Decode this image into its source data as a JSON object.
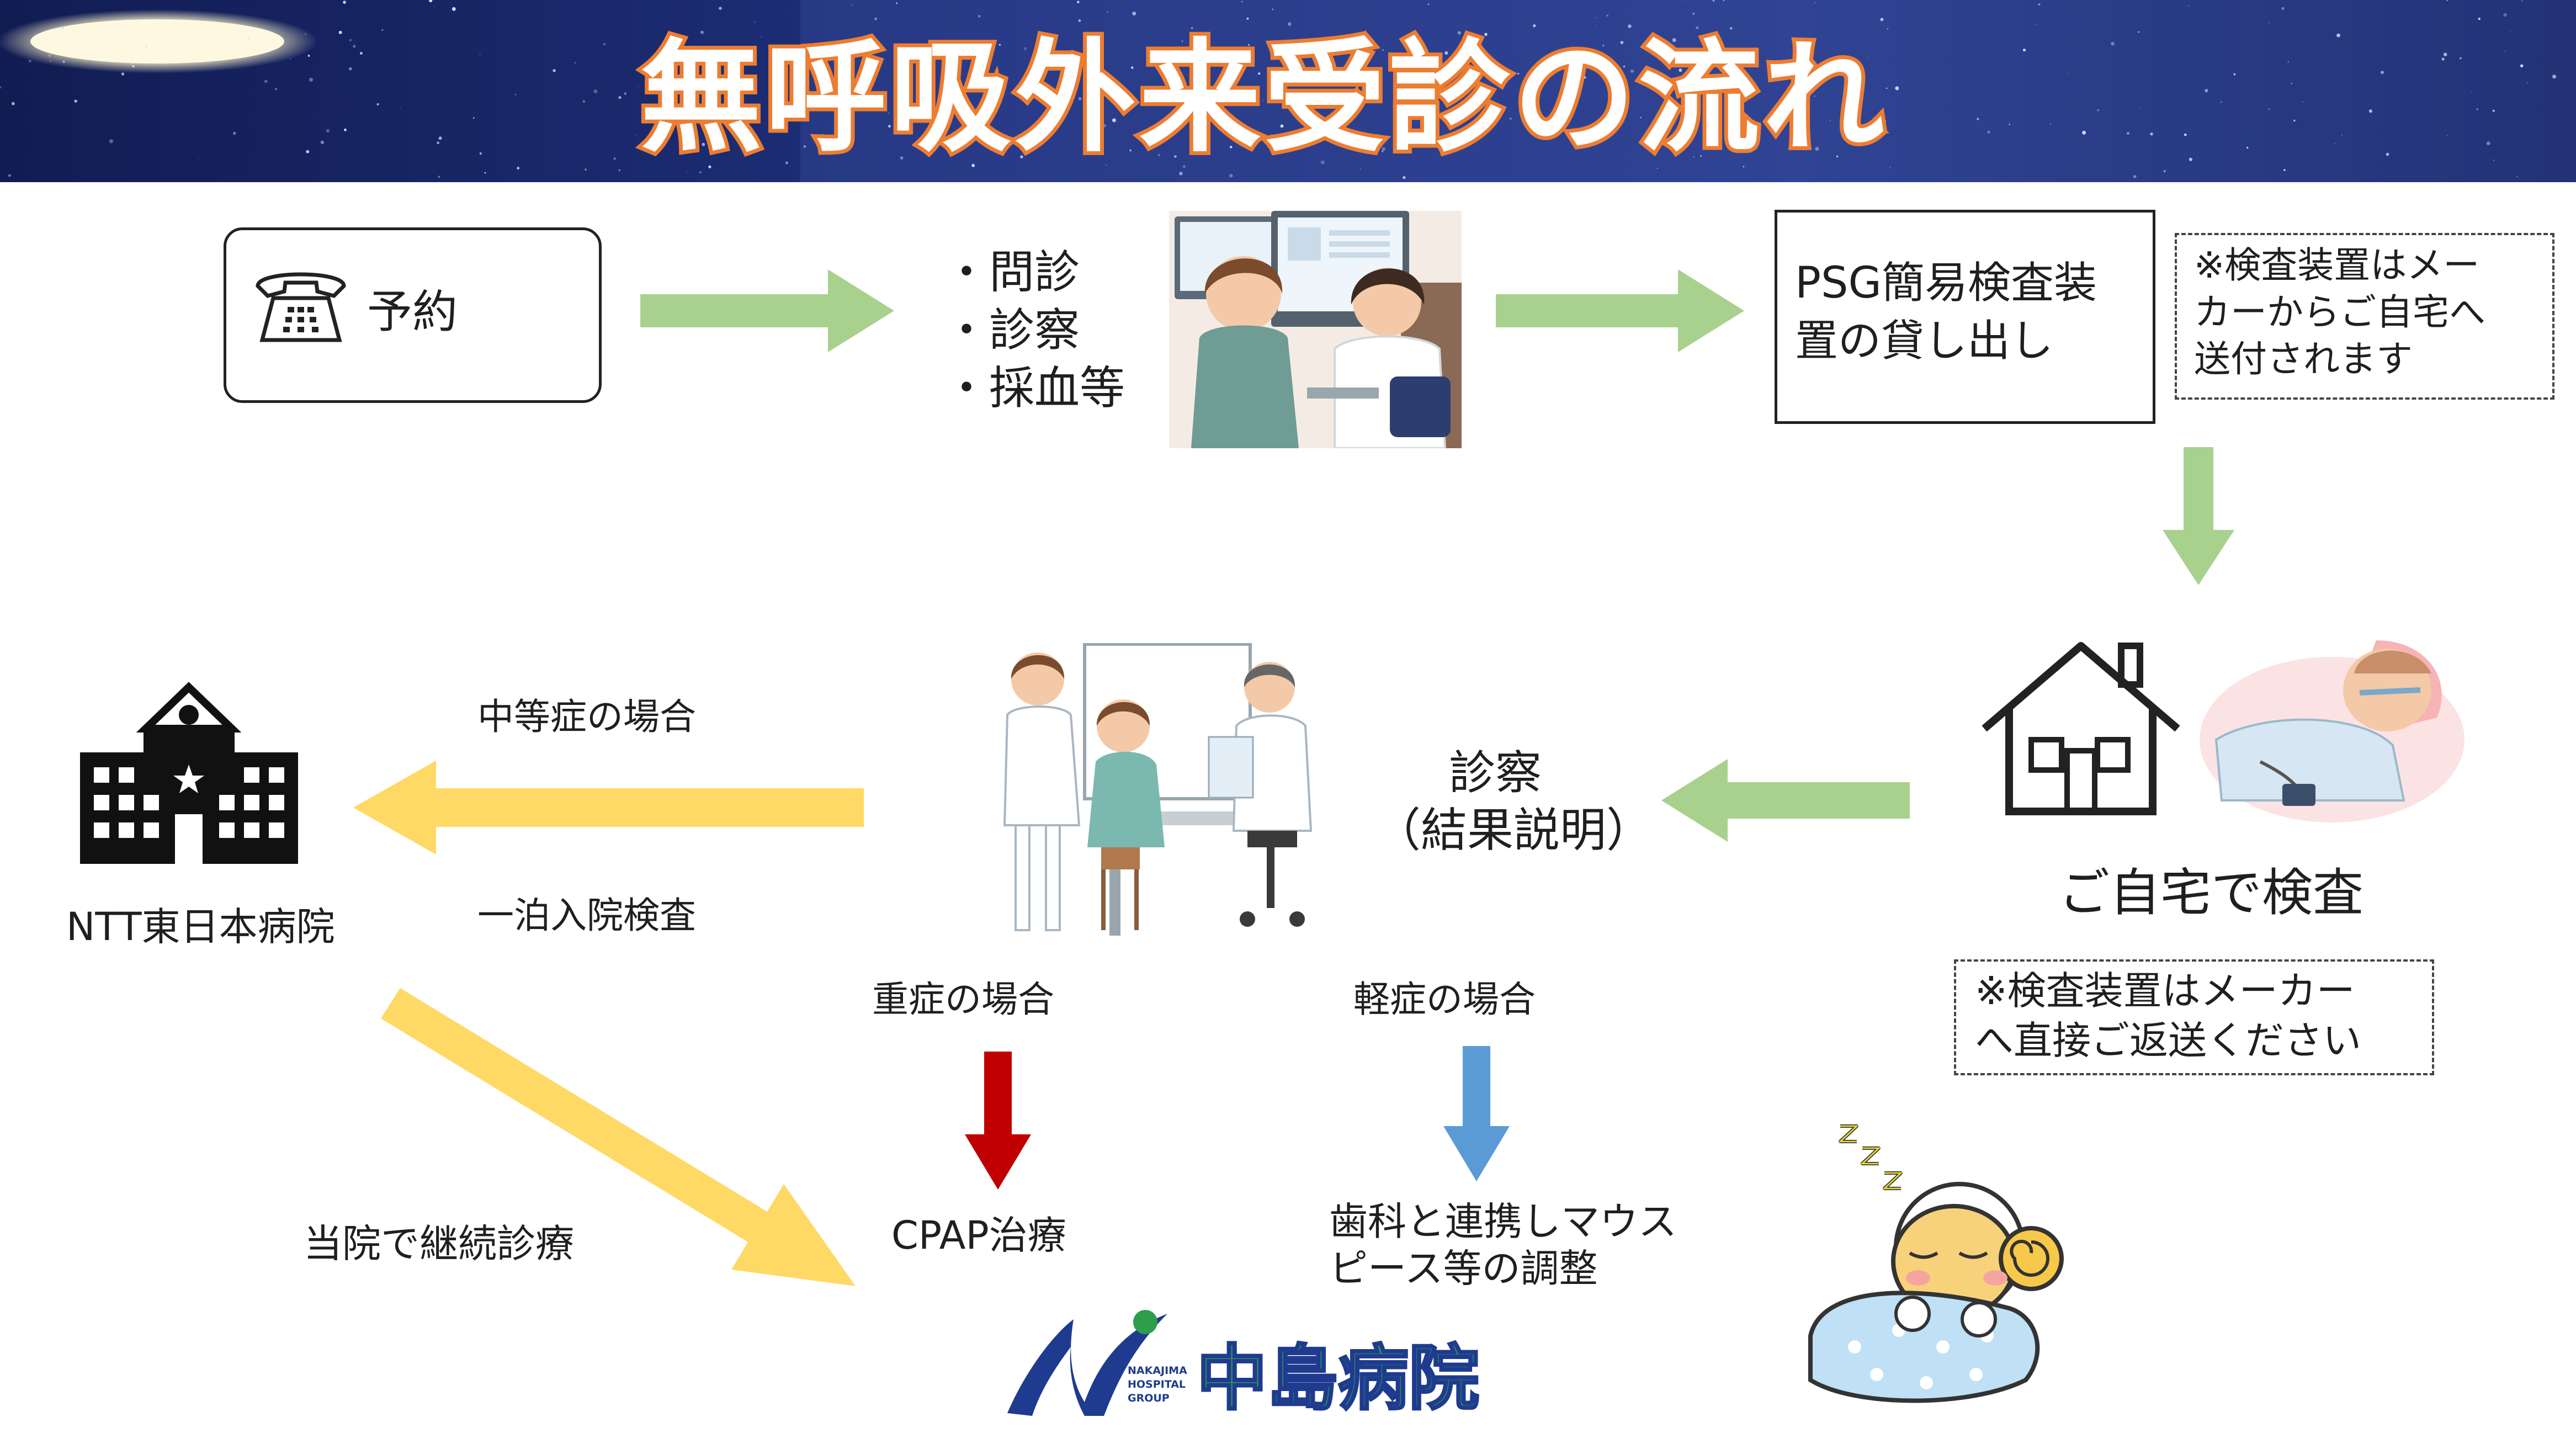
{
  "title": "無呼吸外来受診の流れ",
  "colors": {
    "header_dark": "#1a2b6b",
    "header_light": "#3b4fa3",
    "title_fill": "#ffffff",
    "title_stroke": "#ed7d31",
    "arrow_green": "#a9d18e",
    "arrow_yellow": "#ffd966",
    "arrow_red": "#c00000",
    "arrow_blue": "#5b9bd5",
    "logo_blue": "#1f3b8f",
    "logo_green": "#2e9e4a"
  },
  "steps": {
    "reservation": {
      "label": "予約",
      "icon": "telephone-icon"
    },
    "consult": {
      "items": [
        "・問診",
        "・診察",
        "・採血等"
      ],
      "illustration": "doctor-consultation-illustration"
    },
    "psg": {
      "lines": [
        "PSG簡易検査装",
        "置の貸し出し"
      ]
    },
    "psg_note": {
      "lines": [
        "※検査装置はメー",
        "カーからご自宅へ",
        "送付されます"
      ]
    },
    "home_test": {
      "label": "ご自宅で検査",
      "icon": "house-icon",
      "illustration": "sleeping-patient-illustration"
    },
    "home_note": {
      "lines": [
        "※検査装置はメーカー",
        "へ直接ご返送ください"
      ]
    },
    "result": {
      "lines": [
        "診察",
        "（結果説明）"
      ],
      "illustration": "result-explanation-illustration"
    },
    "ntt": {
      "label": "NTT東日本病院",
      "icon": "hospital-building-icon"
    },
    "moderate_top": "中等症の場合",
    "moderate_bottom": "一泊入院検査",
    "severe": "重症の場合",
    "mild": "軽症の場合",
    "cpap": "CPAP治療",
    "dental": {
      "lines": [
        "歯科と連携しマウス",
        "ピース等の調整"
      ]
    },
    "continue": "当院で継続診療"
  },
  "logo": {
    "small_text": [
      "NAKAJIMA",
      "HOSPITAL",
      "GROUP"
    ],
    "name": "中島病院"
  },
  "decor": {
    "sleeping_sheep": "sleeping-sheep-illustration",
    "zzz": "zzz-icon"
  }
}
